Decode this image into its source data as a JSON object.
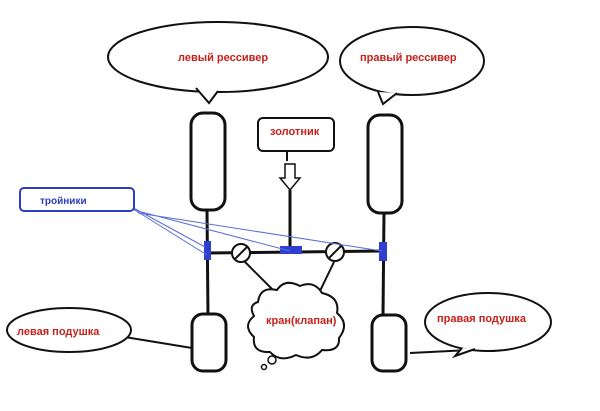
{
  "labels": {
    "left_receiver": "левый рессивер",
    "right_receiver": "правый рессивер",
    "spool": "золотник",
    "tees": "тройники",
    "valve": "кран(клапан)",
    "left_cushion": "левая подушка",
    "right_cushion": "правая подушка"
  },
  "colors": {
    "stroke": "#111111",
    "label_red": "#c8201a",
    "label_blue": "#2a3fbf",
    "tee_fill": "#2f3fd0",
    "leader_blue": "#5a6fd8"
  }
}
